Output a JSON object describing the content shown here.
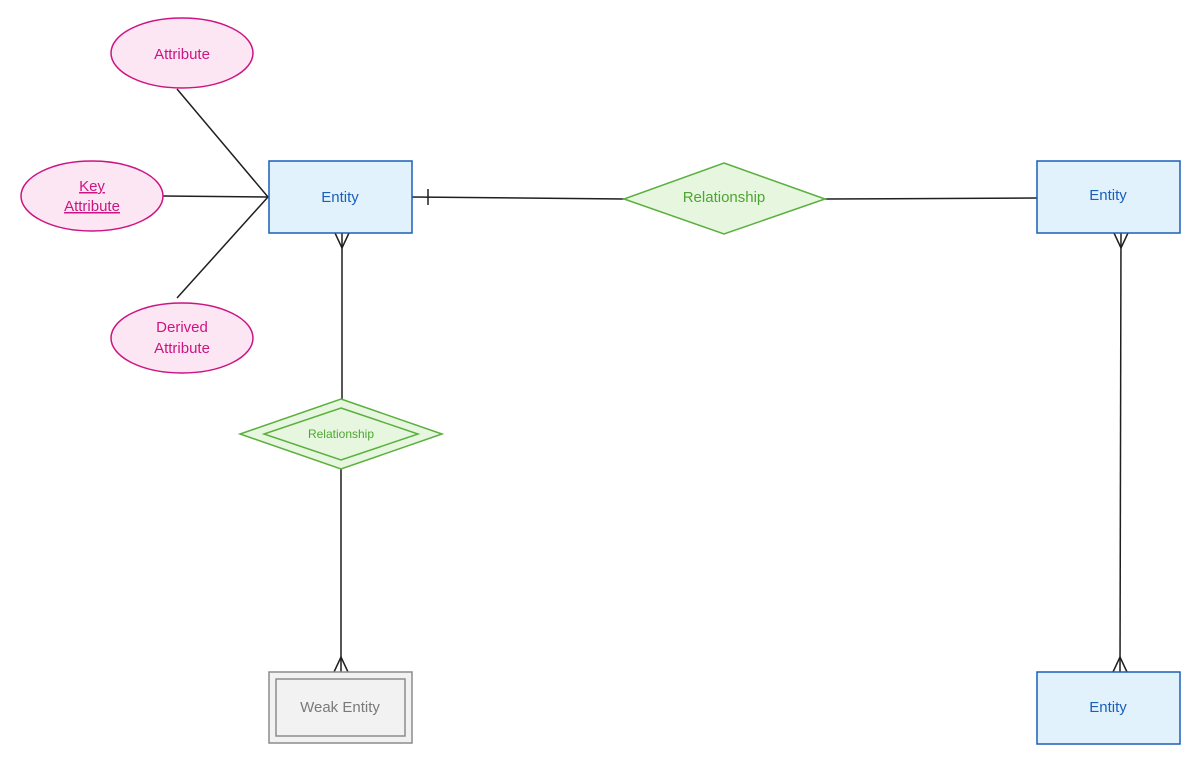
{
  "colors": {
    "line": "#1f1f1f",
    "attribute_fill": "#fde6f3",
    "attribute_stroke": "#cc1482",
    "attribute_text": "#cc1482",
    "entity_fill": "#e1f2fd",
    "entity_stroke": "#1c5fb8",
    "entity_text": "#1c5fb8",
    "relationship_fill": "#e6f6df",
    "relationship_stroke": "#5ab03c",
    "relationship_text": "#4ea534",
    "weak_fill": "#f2f2f2",
    "weak_stroke": "#8c8c8c",
    "weak_text": "#7a7a7a"
  },
  "attributes": {
    "attribute": "Attribute",
    "key_line1": "Key",
    "key_line2": "Attribute",
    "derived_line1": "Derived",
    "derived_line2": "Attribute"
  },
  "entities": {
    "main": "Entity",
    "right": "Entity",
    "bottom_right": "Entity",
    "weak": "Weak Entity"
  },
  "relationships": {
    "main": "Relationship",
    "identifying": "Relationship"
  }
}
